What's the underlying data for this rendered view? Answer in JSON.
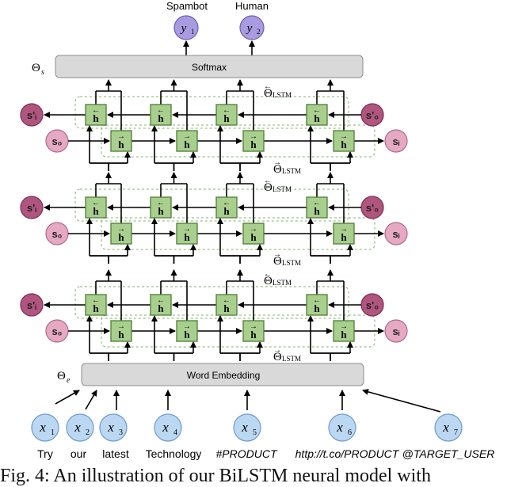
{
  "outputs": {
    "y1": {
      "label": "Spambot",
      "symbol": "y",
      "subscript": "1"
    },
    "y2": {
      "label": "Human",
      "symbol": "y",
      "subscript": "2"
    }
  },
  "softmax": {
    "label": "Softmax",
    "theta": "Θ",
    "theta_sub": "s"
  },
  "embedding": {
    "label": "Word Embedding",
    "theta": "Θ",
    "theta_sub": "e"
  },
  "lstm": {
    "backward_label": "Θ",
    "forward_label": "Θ",
    "label_sub": "LSTM",
    "backward_arrow": "←",
    "forward_arrow": "→",
    "cell_backward": "h",
    "cell_forward": "h"
  },
  "states": {
    "s_prime_i": "s'ᵢ",
    "s_prime_0": "s'₀",
    "s_0": "s₀",
    "s_i": "sᵢ"
  },
  "inputs": [
    {
      "symbol": "x",
      "subscript": "1",
      "word": "Try"
    },
    {
      "symbol": "x",
      "subscript": "2",
      "word": "our"
    },
    {
      "symbol": "x",
      "subscript": "3",
      "word": "latest"
    },
    {
      "symbol": "x",
      "subscript": "4",
      "word": "Technology"
    },
    {
      "symbol": "x",
      "subscript": "5",
      "word": "#PRODUCT"
    },
    {
      "symbol": "x",
      "subscript": "6",
      "word": "http://t.co/PRODUCT"
    },
    {
      "symbol": "x",
      "subscript": "7",
      "word": "@TARGET_USER"
    }
  ],
  "caption": "Fig. 4: An illustration of our BiLSTM neural model with",
  "colors": {
    "cell_fill": "#a9cf8e",
    "cell_stroke": "#4e7d34",
    "state_dark": "#b0567e",
    "state_light": "#e6a9c3",
    "output_fill": "#a99be0",
    "input_fill": "#bcd7f2",
    "box_fill": "#d9d9d9"
  }
}
